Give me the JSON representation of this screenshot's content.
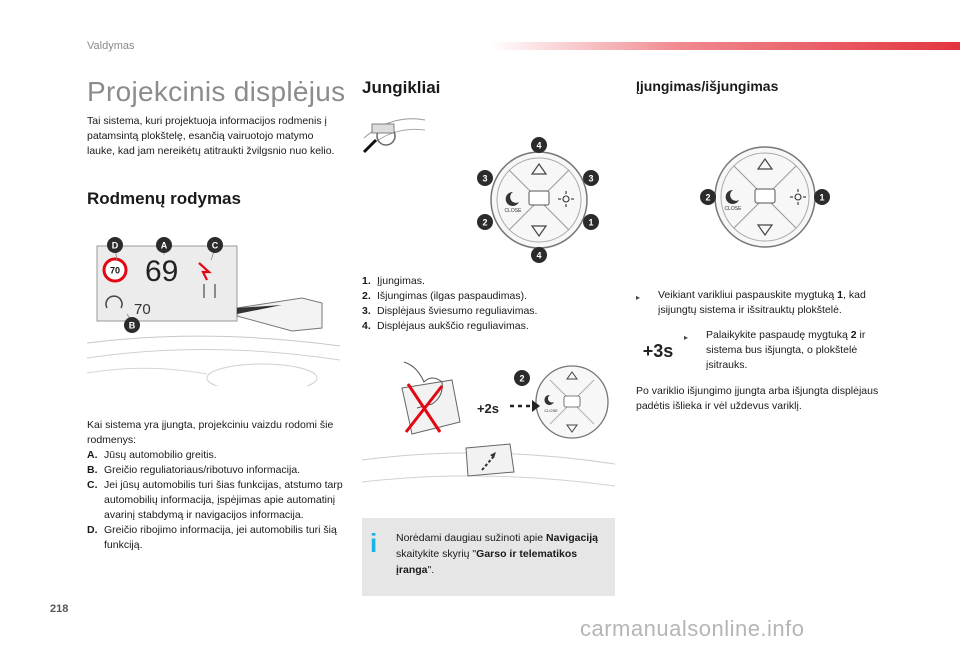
{
  "header": {
    "section": "Valdymas"
  },
  "page_number": "218",
  "title": "Projekcinis displėjus",
  "intro": "Tai sistema, kuri projektuoja informacijos rodmenis į patamsintą plokštelę, esančią vairuotojo matymo lauke, kad jam nereikėtų atitraukti žvilgsnio nuo kelio.",
  "rodmenu": {
    "heading": "Rodmenų rodymas",
    "figure": {
      "speed": "69",
      "limit_sign": "70",
      "cruise_value": "70",
      "callouts": [
        "D",
        "A",
        "C",
        "B"
      ]
    },
    "lead": "Kai sistema yra įjungta, projekciniu vaizdu rodomi šie rodmenys:",
    "items": [
      {
        "key": "A.",
        "text": "Jūsų automobilio greitis."
      },
      {
        "key": "B.",
        "text": "Greičio reguliatoriaus/ribotuvo informacija."
      },
      {
        "key": "C.",
        "text": "Jei jūsų automobilis turi šias funkcijas, atstumo tarp automobilių informacija, įspėjimas apie automatinį avarinį stabdymą ir navigacijos informacija."
      },
      {
        "key": "D.",
        "text": "Greičio ribojimo informacija, jei automobilis turi šią funkciją."
      }
    ]
  },
  "jungikliai": {
    "heading": "Jungikliai",
    "control_callouts": [
      "4",
      "3",
      "3",
      "2",
      "1",
      "4"
    ],
    "close_label": "CLOSE",
    "items": [
      {
        "key": "1.",
        "text": "Įjungimas."
      },
      {
        "key": "2.",
        "text": "Išjungimas (ilgas paspaudimas)."
      },
      {
        "key": "3.",
        "text": "Displėjaus šviesumo reguliavimas."
      },
      {
        "key": "4.",
        "text": "Displėjaus aukščio reguliavimas."
      }
    ],
    "hand_figure": {
      "callout": "2",
      "hold": "+2s",
      "close_label": "CLOSE"
    },
    "info": {
      "pre": "Norėdami daugiau sužinoti apie ",
      "bold1": "Navigaciją",
      "mid": " skaitykite skyrių \"",
      "bold2": "Garso ir telematikos įranga",
      "post": "\"."
    }
  },
  "ijungimas": {
    "heading": "Įjungimas/išjungimas",
    "control_callouts": [
      "2",
      "1"
    ],
    "close_label": "CLOSE",
    "bullet1_pre": "Veikiant varikliui paspauskite mygtuką ",
    "bullet1_bold": "1",
    "bullet1_post": ", kad įsijungtų sistema ir išsitrauktų plokštelė.",
    "hold_icon": "+3s",
    "bullet2_pre": "Palaikykite paspaudę mygtuką ",
    "bullet2_bold": "2",
    "bullet2_post": " ir sistema bus išjungta, o plokštelė įsitrauks.",
    "closing": "Po variklio išjungimo įjungta arba išjungta displėjaus padėtis išlieka ir vėl uždevus variklį."
  },
  "watermark": "carmanualsonline.info",
  "colors": {
    "accent_red": "#e3343f",
    "info_blue": "#1bb2e6",
    "sign_red": "#e30613",
    "callout_dark": "#2b2b2b"
  }
}
